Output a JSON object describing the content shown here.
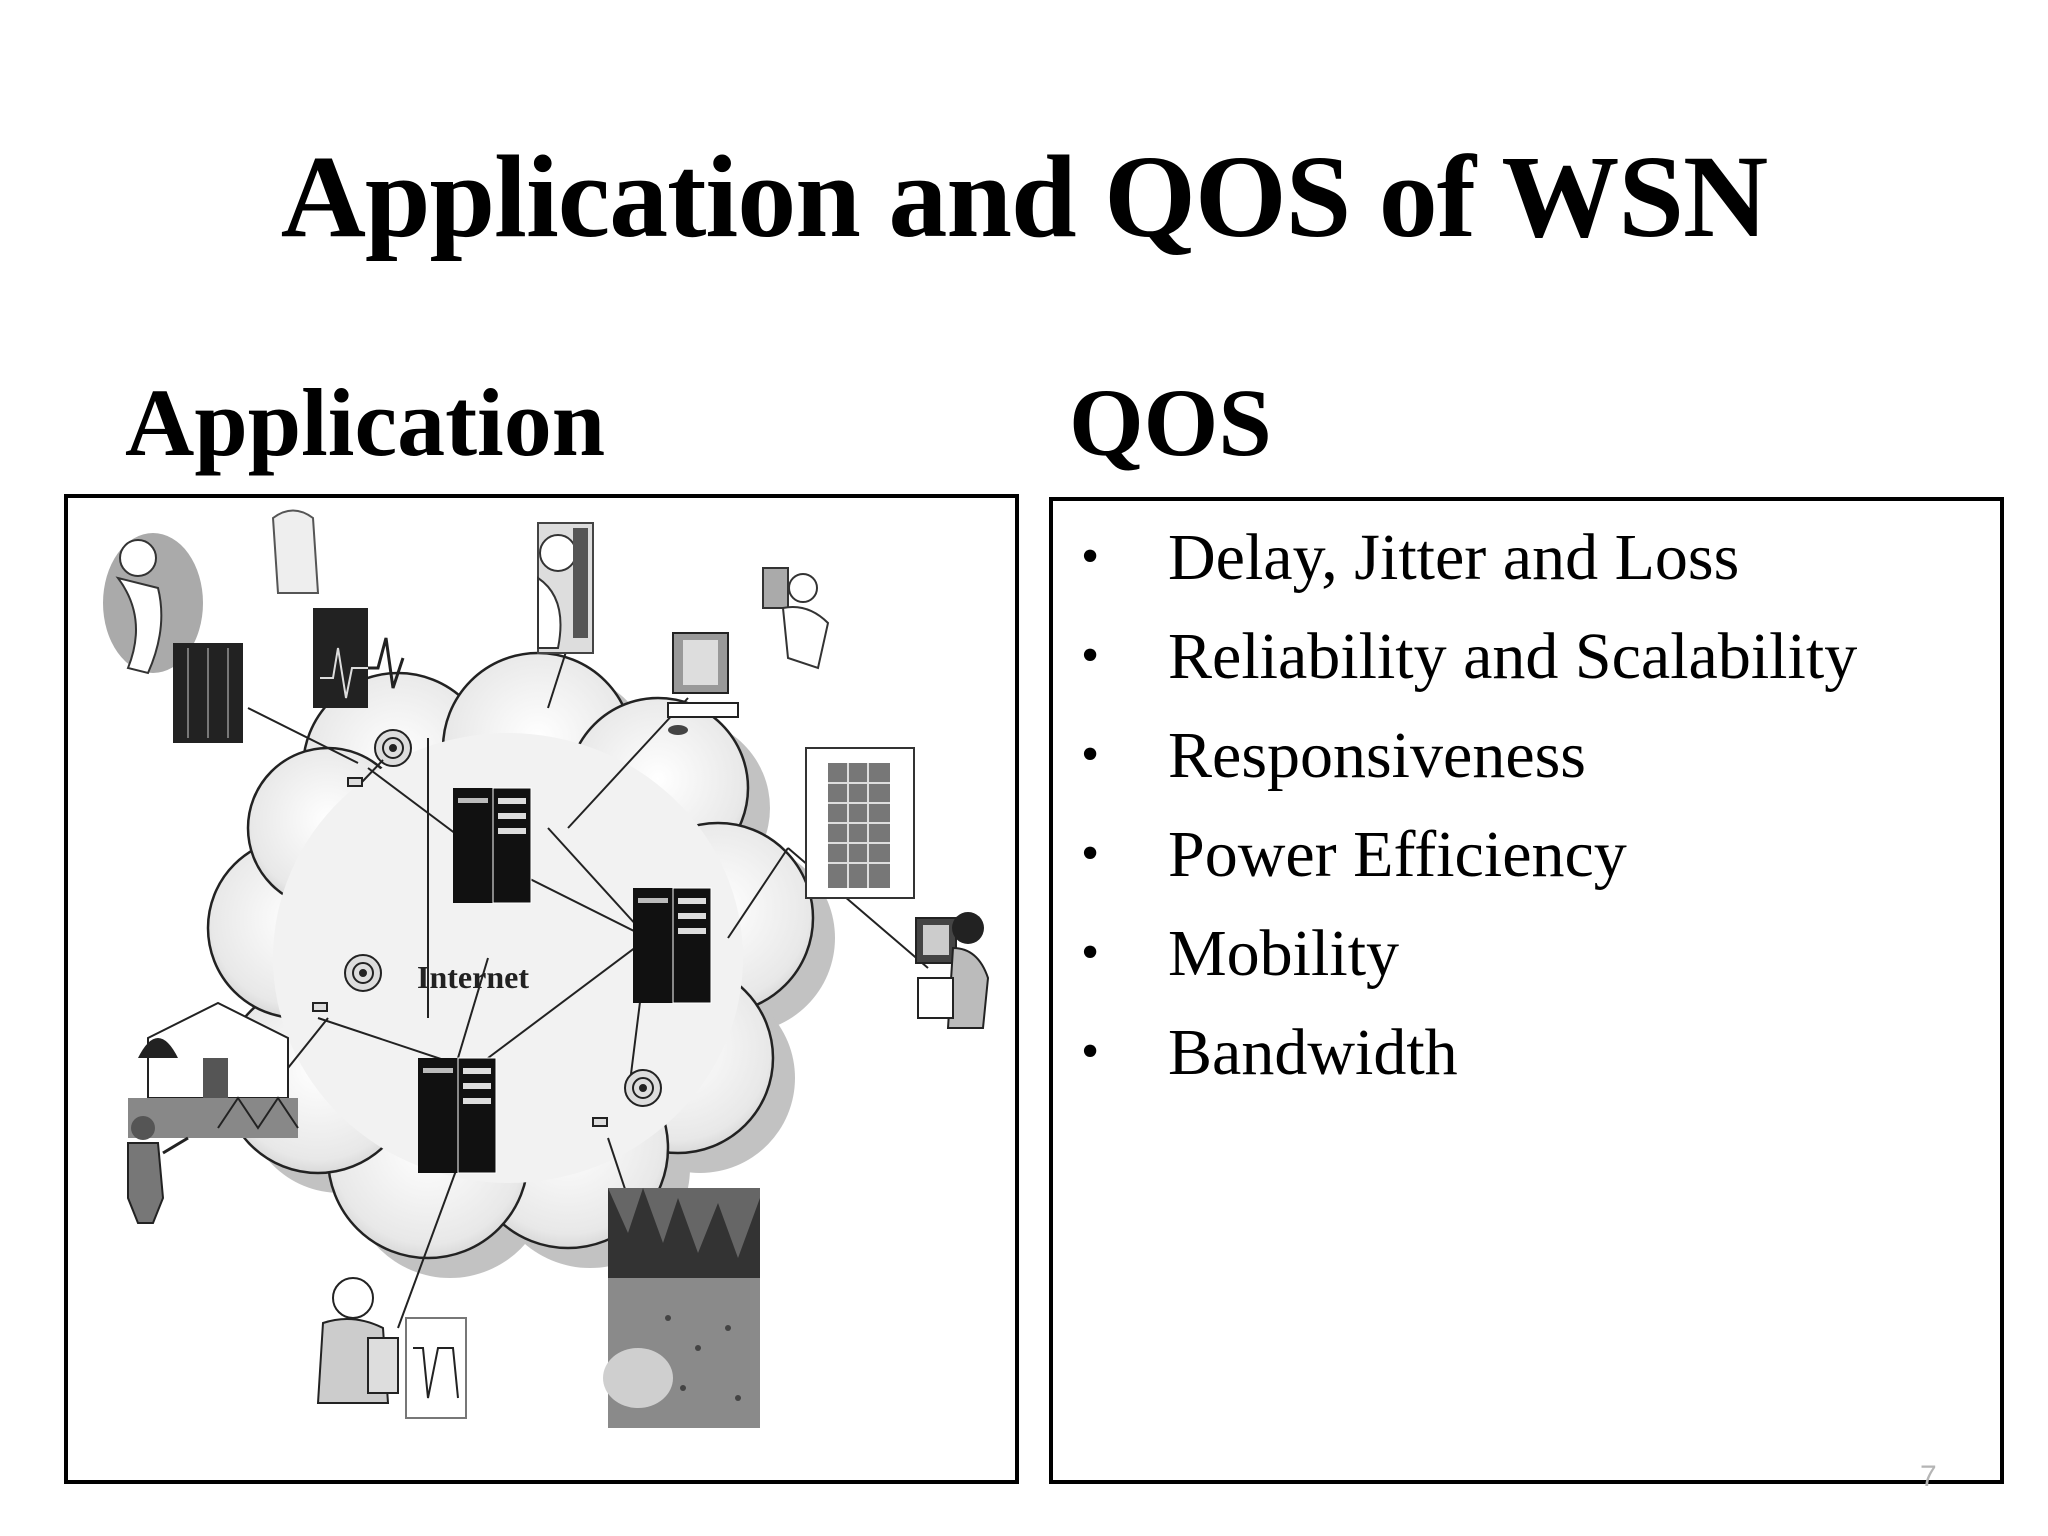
{
  "slide": {
    "title": "Application and QOS of WSN",
    "page_number": "7"
  },
  "application": {
    "heading": "Application",
    "diagram": {
      "center_label": "Internet",
      "icons": [
        "person-icon",
        "ecg-monitor-icon",
        "phone-operator-icon",
        "computer-icon",
        "presenter-icon",
        "building-icon",
        "office-worker-icon",
        "house-icon",
        "soldier-icon",
        "scientist-computer-icon",
        "forest-photo",
        "server-icon",
        "antenna-icon"
      ]
    }
  },
  "qos": {
    "heading": "QOS",
    "bullet_symbol": "•",
    "items": [
      "Delay, Jitter and Loss",
      "Reliability and Scalability",
      "Responsiveness",
      "Power Efficiency",
      "Mobility",
      "Bandwidth"
    ]
  }
}
